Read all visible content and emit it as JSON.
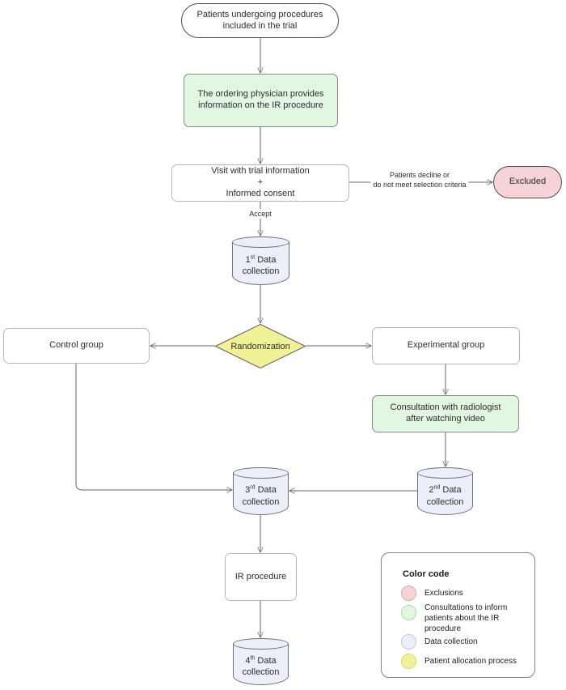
{
  "colors": {
    "exclusion_pink": "#f5d3d8",
    "consult_green": "#e1f7e1",
    "data_lavender": "#eceef9",
    "allocation_yellow": "#f0f295"
  },
  "nodes": {
    "start": {
      "label": "Patients undergoing procedures\nincluded in the trial"
    },
    "physician": {
      "label": "The ordering physician provides\ninformation on the IR procedure"
    },
    "visit": {
      "label": "Visit with trial information\n+\nInformed consent"
    },
    "excluded": {
      "label": "Excluded"
    },
    "cyl1": {
      "num": "1",
      "sup": "st",
      "rest": " Data collection"
    },
    "randomization": {
      "label": "Randomization"
    },
    "control": {
      "label": "Control group"
    },
    "experimental": {
      "label": "Experimental group"
    },
    "consultation": {
      "label": "Consultation with radiologist\nafter watching video"
    },
    "cyl2": {
      "num": "2",
      "sup": "nd",
      "rest": " Data collection"
    },
    "cyl3": {
      "num": "3",
      "sup": "rd",
      "rest": " Data collection"
    },
    "ir": {
      "label": "IR procedure"
    },
    "cyl4": {
      "num": "4",
      "sup": "th",
      "rest": " Data collection"
    }
  },
  "edge_labels": {
    "accept": "Accept",
    "decline": "Patients decline or\ndo not meet selection criteria"
  },
  "legend": {
    "title": "Color code",
    "items": [
      {
        "label": "Exclusions",
        "fill": "#f5d3d8",
        "border": "#d9a9b1"
      },
      {
        "label": "Consultations to inform\npatients about the IR\nprocedure",
        "fill": "#e1f7e1",
        "border": "#aedcae"
      },
      {
        "label": "Data collection",
        "fill": "#eceef9",
        "border": "#c3c7de"
      },
      {
        "label": "Patient allocation process",
        "fill": "#f0f295",
        "border": "#d6d870"
      }
    ]
  }
}
